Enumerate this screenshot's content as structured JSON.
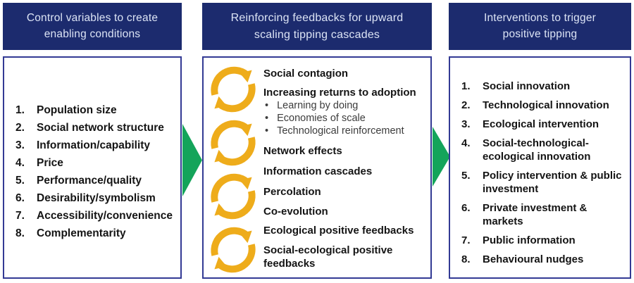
{
  "colors": {
    "header_bg": "#1c2b6e",
    "header_text": "#dce4f5",
    "box_border": "#333a94",
    "arrow_green": "#14a45a",
    "cycle_gold": "#eeac1b",
    "item_text": "#141414",
    "bullet_text": "#3c3c3c"
  },
  "left": {
    "header": "Control variables to create enabling conditions",
    "items": [
      {
        "num": "1.",
        "label": "Population size"
      },
      {
        "num": "2.",
        "label": "Social network structure"
      },
      {
        "num": "3.",
        "label": "Information/capability"
      },
      {
        "num": "4.",
        "label": "Price"
      },
      {
        "num": "5.",
        "label": "Performance/quality"
      },
      {
        "num": "6.",
        "label": "Desirability/symbolism"
      },
      {
        "num": "7.",
        "label": "Accessibility/convenience"
      },
      {
        "num": "8.",
        "label": "Complementarity"
      }
    ]
  },
  "middle": {
    "header": "Reinforcing feedbacks for upward scaling tipping cascades",
    "bullet_char": "•",
    "items": [
      {
        "label": "Social contagion",
        "style": "bold"
      },
      {
        "label": "Increasing returns to adoption",
        "style": "bold"
      },
      {
        "label": "Learning by doing",
        "style": "bullet"
      },
      {
        "label": "Economies of scale",
        "style": "bullet"
      },
      {
        "label": "Technological reinforcement",
        "style": "bullet"
      },
      {
        "label": "Network effects",
        "style": "bold"
      },
      {
        "label": "Information cascades",
        "style": "bold"
      },
      {
        "label": "Percolation",
        "style": "bold"
      },
      {
        "label": "Co-evolution",
        "style": "bold"
      },
      {
        "label": "Ecological positive feedbacks",
        "style": "bold"
      },
      {
        "label": "Social-ecological positive feedbacks",
        "style": "bold"
      }
    ]
  },
  "right": {
    "header": "Interventions to trigger positive tipping",
    "items": [
      {
        "num": "1.",
        "label": "Social innovation"
      },
      {
        "num": "2.",
        "label": "Technological innovation"
      },
      {
        "num": "3.",
        "label": "Ecological intervention"
      },
      {
        "num": "4.",
        "label": "Social-technological-ecological innovation"
      },
      {
        "num": "5.",
        "label": "Policy intervention & public investment"
      },
      {
        "num": "6.",
        "label": "Private investment & markets"
      },
      {
        "num": "7.",
        "label": "Public information"
      },
      {
        "num": "8.",
        "label": "Behavioural nudges"
      }
    ]
  }
}
